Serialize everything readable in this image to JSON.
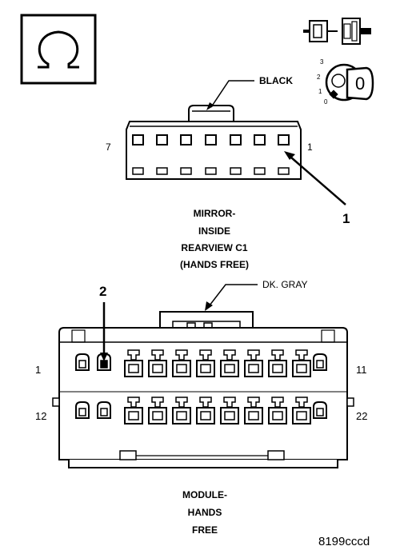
{
  "symbols": {
    "ohm_box_icon": "ohm-meter-symbol",
    "connector_icon": "connector-disconnect-icon",
    "ignition_icon": "ignition-key-off-icon",
    "ignition_positions": [
      "3",
      "2",
      "1",
      "0"
    ],
    "ignition_key_label": "0"
  },
  "connector_c1": {
    "wire_color_label": "BLACK",
    "pin_left_label": "7",
    "pin_right_label": "1",
    "callout_number": "1",
    "caption_lines": [
      "MIRROR-",
      "INSIDE",
      "REARVIEW C1",
      "(HANDS FREE)"
    ],
    "cavity_count": 7
  },
  "connector_module": {
    "wire_color_label": "DK. GRAY",
    "callout_number": "2",
    "pin_top_left_label": "1",
    "pin_top_right_label": "11",
    "pin_bottom_left_label": "12",
    "pin_bottom_right_label": "22",
    "caption_lines": [
      "MODULE-",
      "HANDS",
      "FREE"
    ]
  },
  "figure_id": "8199cccd"
}
